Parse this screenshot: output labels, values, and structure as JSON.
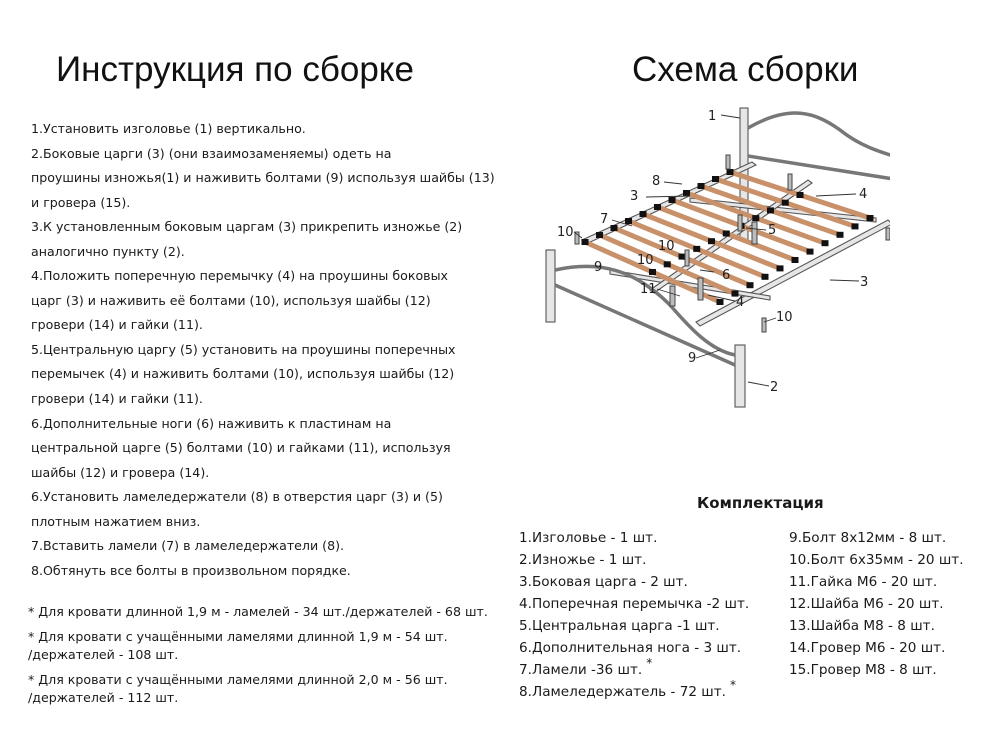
{
  "titles": {
    "instructions": "Инструкция по сборке",
    "scheme": "Схема сборки"
  },
  "steps": [
    "1.Установить изголовье (1) вертикально.",
    "2.Боковые царги (3) (они взаимозаменяемы) одеть на",
    "проушины изножья(1) и наживить болтами (9) используя шайбы (13)",
    "и гровера (15).",
    "3.К установленным боковым царгам (3) прикрепить изножье (2)",
    "аналогично пункту (2).",
    "4.Положить поперечную перемычку (4) на проушины боковых",
    "царг (3) и наживить её болтами (10), используя шайбы (12)",
    "гровери (14) и гайки (11).",
    "5.Центральную царгу (5) установить на проушины поперечных",
    "перемычек (4) и наживить болтами (10), используя шайбы (12)",
    "гровери (14) и гайки (11).",
    "6.Дополнительные ноги (6) наживить к пластинам на",
    "центральной царге (5) болтами (10) и гайками (11), используя",
    "шайбы (12) и гровера (14).",
    "6.Установить ламеледержатели (8) в отверстия царг (3) и (5)",
    "плотным нажатием вниз.",
    "7.Вставить ламели (7) в ламеледержатели (8).",
    "8.Обтянуть все болты в произвольном порядке."
  ],
  "notes": [
    [
      "* Для кровати длинной 1,9 м - ламелей - 34 шт./держателей - 68 шт."
    ],
    [
      "* Для кровати с учащёнными ламелями длинной 1,9 м - 54 шт.",
      "/держателей - 108 шт."
    ],
    [
      "* Для кровати с учащёнными ламелями длинной 2,0 м - 56 шт.",
      "/держателей - 112 шт."
    ]
  ],
  "kit": {
    "title": "Комплектация",
    "col1": [
      "1.Изголовье - 1 шт.",
      "2.Изножье - 1 шт.",
      "3.Боковая царга - 2 шт.",
      "4.Поперечная перемычка -2 шт.",
      "5.Центральная царга -1 шт.",
      "6.Дополнительная нога - 3 шт.",
      "7.Ламели -36 шт.",
      "8.Ламеледержатель - 72 шт."
    ],
    "col2": [
      "9.Болт 8х12мм - 8 шт.",
      "10.Болт 6х35мм - 20 шт.",
      "11.Гайка М6 - 20 шт.",
      "12.Шайба М6 - 20 шт.",
      "13.Шайба М8 - 8 шт.",
      "14.Гровер М6 - 20 шт.",
      "15.Гровер М8 - 8 шт."
    ],
    "star": "*"
  },
  "callouts": {
    "n1": "1",
    "n2": "2",
    "n3": "3",
    "n4": "4",
    "n5": "5",
    "n6": "6",
    "n7": "7",
    "n8": "8",
    "n9": "9",
    "n10": "10",
    "n11": "11"
  },
  "colors": {
    "lamella": "#c9916a",
    "lamella_edge": "#8a5a3a",
    "frame": "#e6e6e6",
    "frame_edge": "#555555",
    "holder": "#111111"
  }
}
